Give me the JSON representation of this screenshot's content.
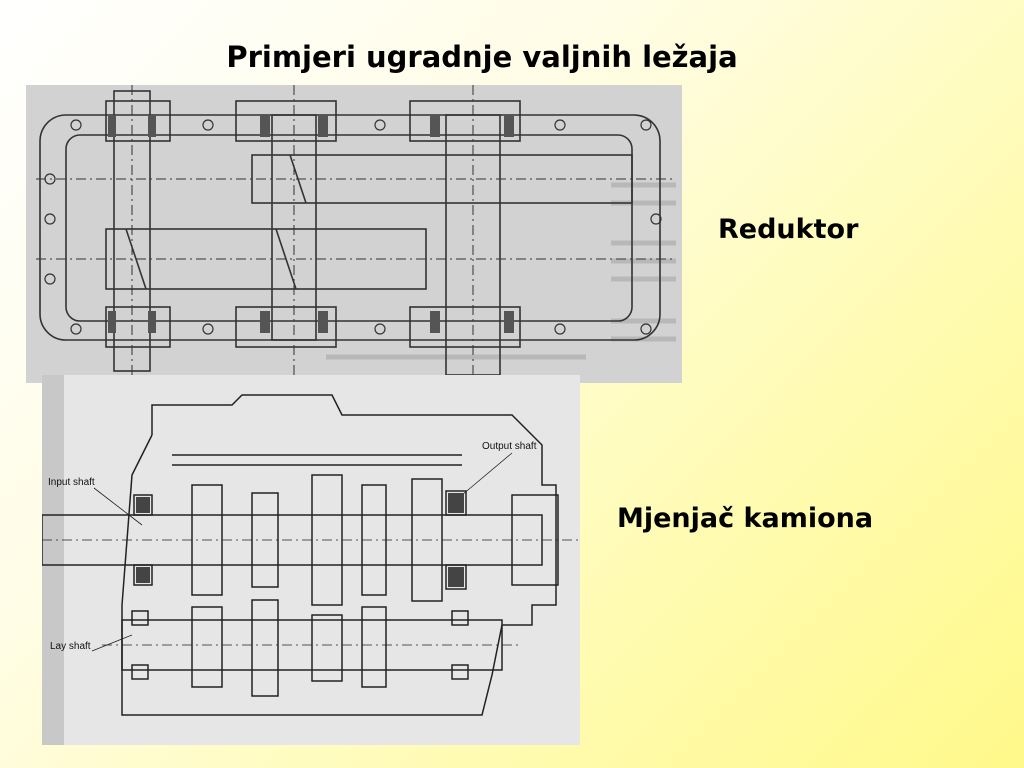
{
  "slide": {
    "title": "Primjeri ugradnje valjnih ležaja",
    "reduktor_label": "Reduktor",
    "gearbox_label": "Mjenjač kamiona"
  },
  "gearbox_drawing": {
    "callout_input": "Input shaft",
    "callout_output": "Output shaft",
    "callout_lay": "Lay shaft"
  },
  "colors": {
    "background_start": "#ffffff",
    "background_end": "#fff98a",
    "line": "#333333",
    "paper": "#d4d4d4"
  }
}
